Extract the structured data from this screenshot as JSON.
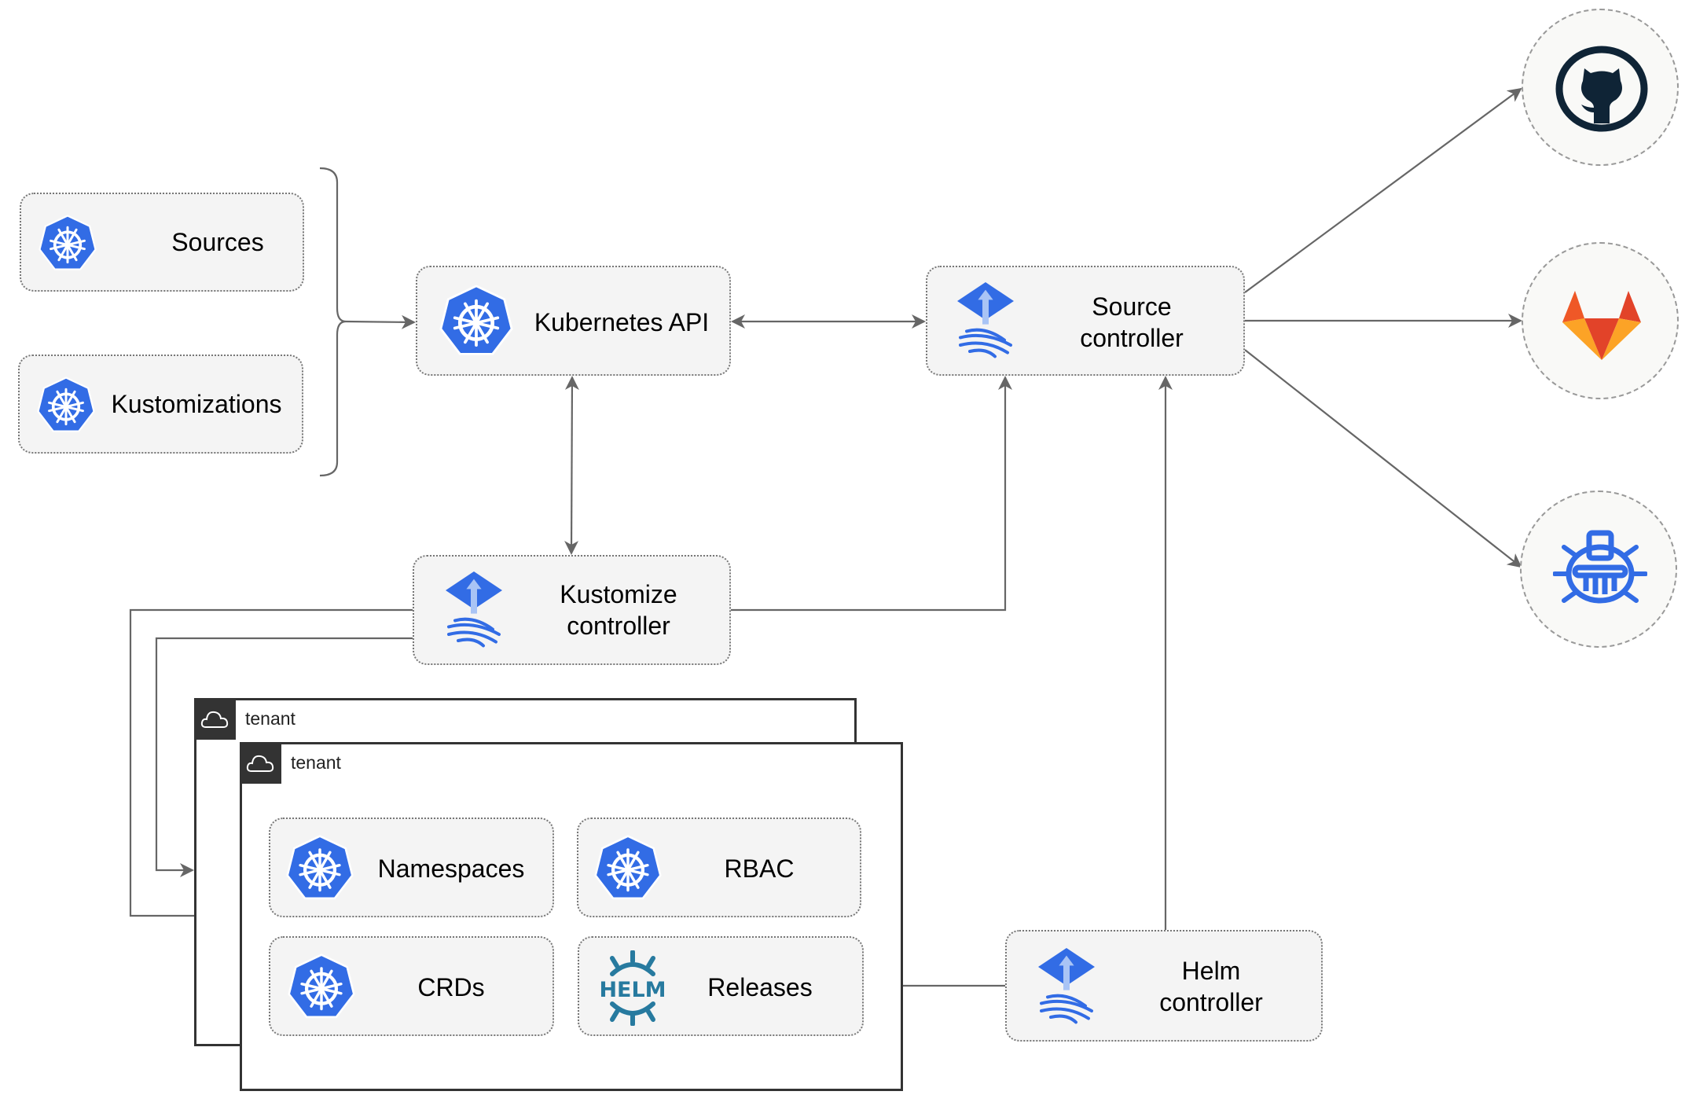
{
  "nodes": {
    "sources": "Sources",
    "kustomizations": "Kustomizations",
    "kubernetes_api": "Kubernetes API",
    "source_controller": [
      "Source",
      "controller"
    ],
    "kustomize_controller": [
      "Kustomize",
      "controller"
    ],
    "helm_controller": [
      "Helm",
      "controller"
    ],
    "namespaces": "Namespaces",
    "rbac": "RBAC",
    "crds": "CRDs",
    "releases": "Releases"
  },
  "tenants": [
    "tenant",
    "tenant"
  ],
  "helm_logo_text": "HELM",
  "external_sources": [
    "github-icon",
    "gitlab-icon",
    "bucket-icon"
  ],
  "colors": {
    "k8s_blue": "#326ce5",
    "helm_teal": "#277a9f",
    "github_dark": "#0f2436",
    "gitlab_orange": "#e24329",
    "arrow": "#666666"
  }
}
